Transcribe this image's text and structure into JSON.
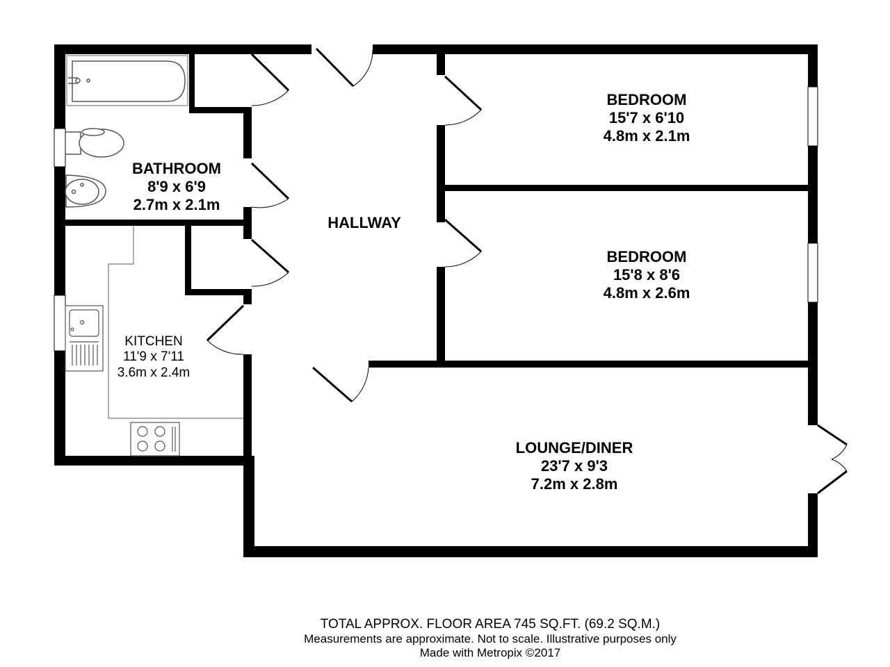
{
  "rooms": {
    "bedroom1": {
      "name": "BEDROOM",
      "imperial": "15'7 x 6'10",
      "metric": "4.8m x 2.1m"
    },
    "bedroom2": {
      "name": "BEDROOM",
      "imperial": "15'8 x 8'6",
      "metric": "4.8m x 2.6m"
    },
    "bathroom": {
      "name": "BATHROOM",
      "imperial": "8'9 x 6'9",
      "metric": "2.7m x 2.1m"
    },
    "hallway": {
      "name": "HALLWAY"
    },
    "kitchen": {
      "name": "KITCHEN",
      "imperial": "11'9 x 7'11",
      "metric": "3.6m x 2.4m"
    },
    "lounge": {
      "name": "LOUNGE/DINER",
      "imperial": "23'7 x 9'3",
      "metric": "7.2m x 2.8m"
    }
  },
  "footer": {
    "area": "TOTAL APPROX. FLOOR AREA 745 SQ.FT. (69.2 SQ.M.)",
    "disclaimer": "Measurements are approximate.  Not to scale.  Illustrative purposes only",
    "credit": "Made with Metropix ©2017"
  },
  "colors": {
    "wall": "#000000",
    "fixture": "#555555",
    "background": "#ffffff"
  }
}
